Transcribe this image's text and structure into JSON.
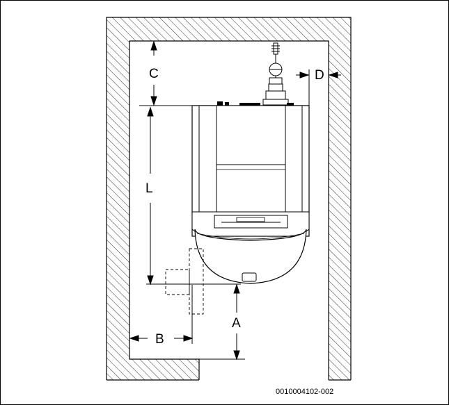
{
  "labels": {
    "a": "A",
    "b": "B",
    "c": "C",
    "d": "D",
    "l": "L"
  },
  "figure_code": "0010004102-002"
}
